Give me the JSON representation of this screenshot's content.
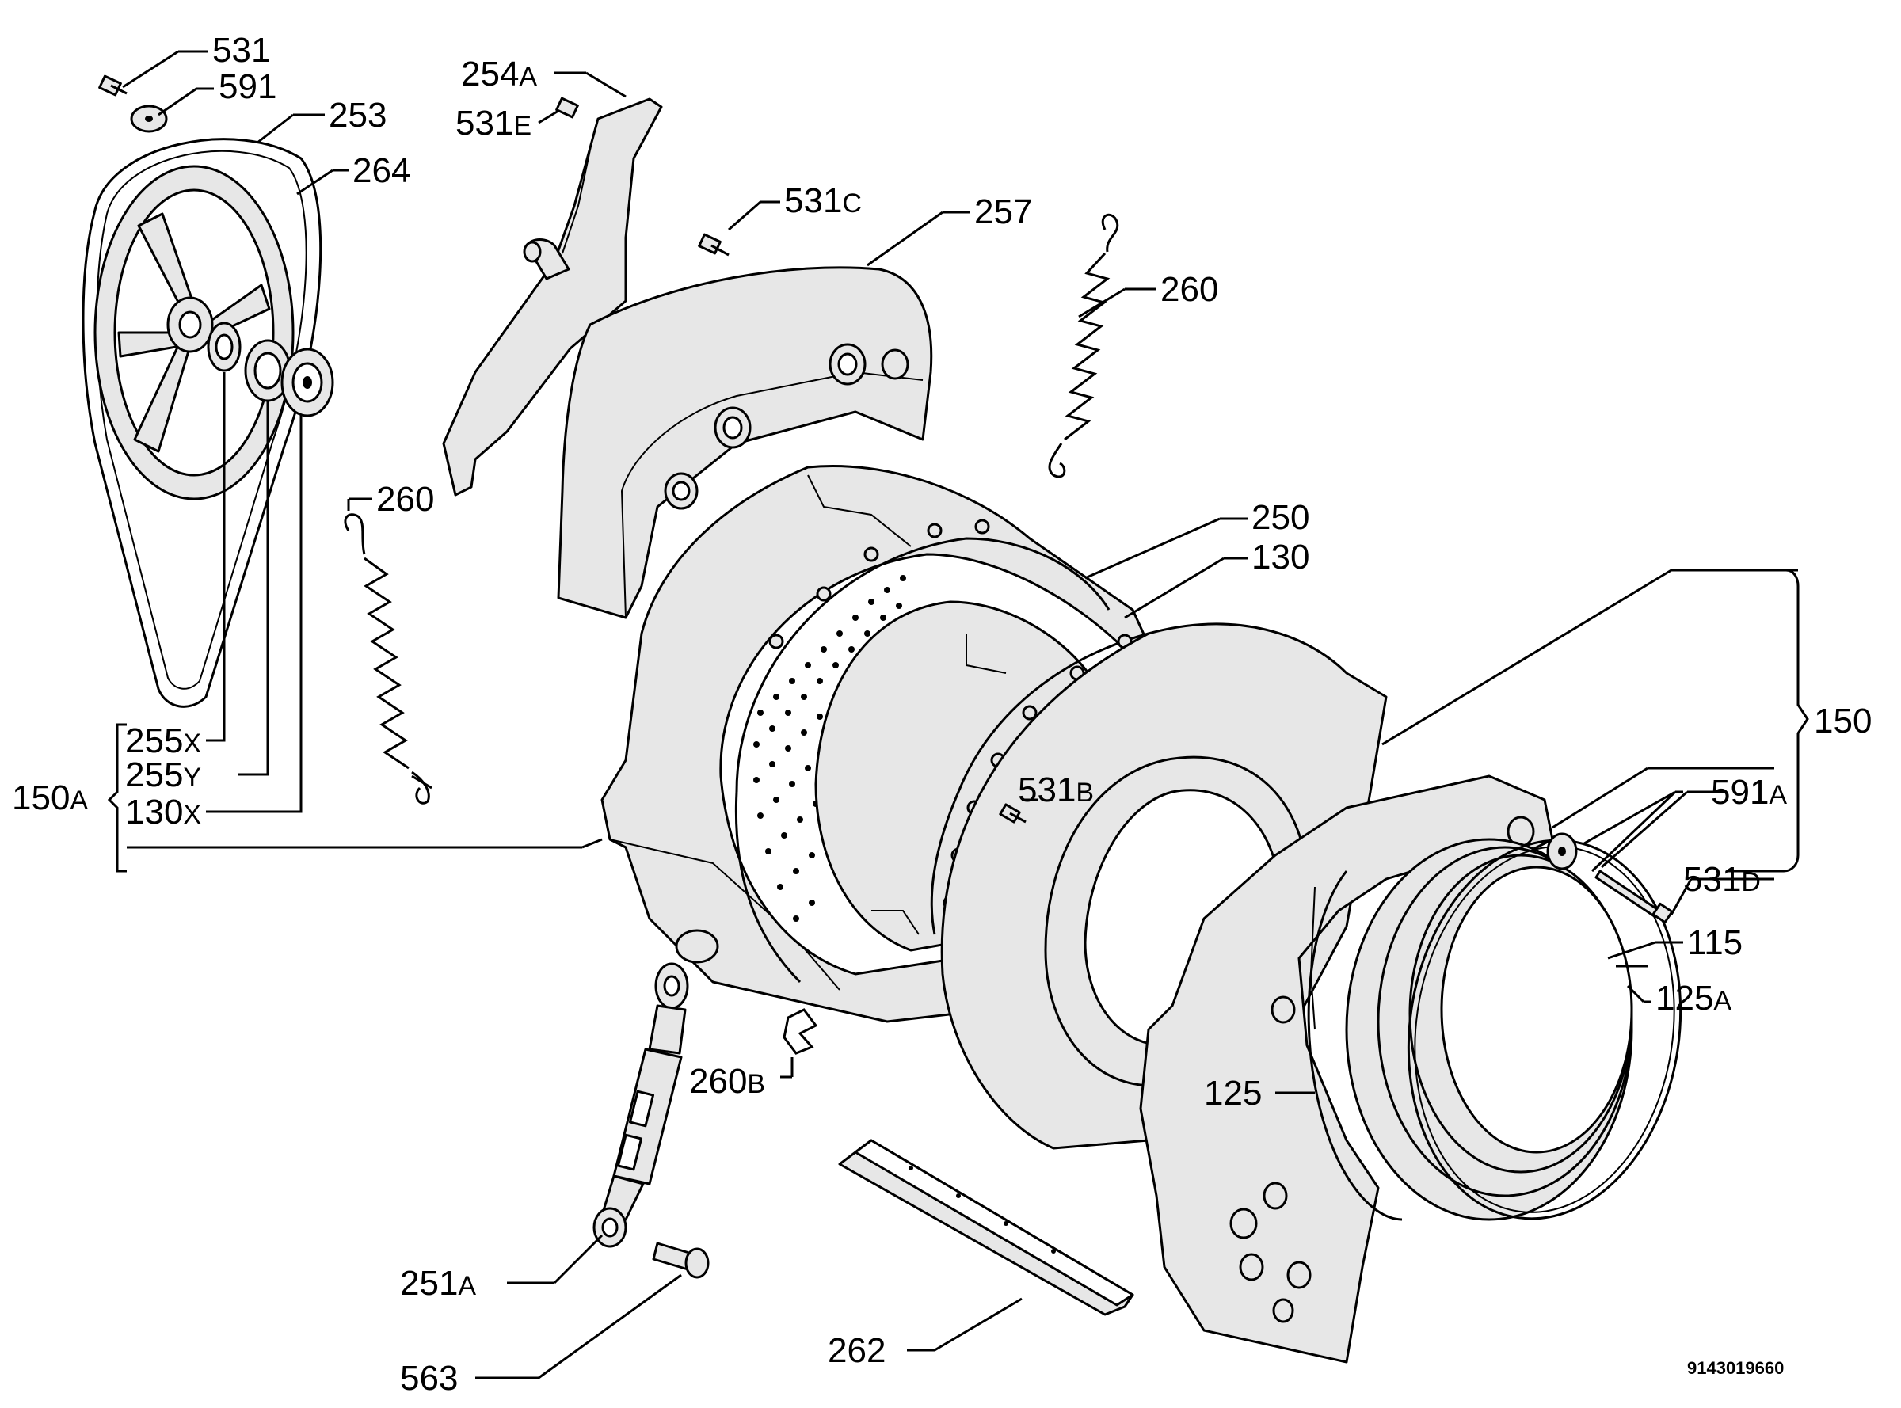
{
  "diagram": {
    "labels": {
      "l531": {
        "num": "531",
        "suf": ""
      },
      "l591": {
        "num": "591",
        "suf": ""
      },
      "l253": {
        "num": "253",
        "suf": ""
      },
      "l264": {
        "num": "264",
        "suf": ""
      },
      "l254A": {
        "num": "254",
        "suf": "A"
      },
      "l531E": {
        "num": "531",
        "suf": "E"
      },
      "l531C": {
        "num": "531",
        "suf": "C"
      },
      "l257": {
        "num": "257",
        "suf": ""
      },
      "l260a": {
        "num": "260",
        "suf": ""
      },
      "l260b": {
        "num": "260",
        "suf": ""
      },
      "l250": {
        "num": "250",
        "suf": ""
      },
      "l130": {
        "num": "130",
        "suf": ""
      },
      "l150": {
        "num": "150",
        "suf": ""
      },
      "l255X": {
        "num": "255",
        "suf": "X"
      },
      "l255Y": {
        "num": "255",
        "suf": "Y"
      },
      "l130X": {
        "num": "130",
        "suf": "X"
      },
      "l150A": {
        "num": "150",
        "suf": "A"
      },
      "l531B": {
        "num": "531",
        "suf": "B"
      },
      "l591A": {
        "num": "591",
        "suf": "A"
      },
      "l531D": {
        "num": "531",
        "suf": "D"
      },
      "l115": {
        "num": "115",
        "suf": ""
      },
      "l125A": {
        "num": "125",
        "suf": "A"
      },
      "l125": {
        "num": "125",
        "suf": ""
      },
      "l260B": {
        "num": "260",
        "suf": "B"
      },
      "l251A": {
        "num": "251",
        "suf": "A"
      },
      "l563": {
        "num": "563",
        "suf": ""
      },
      "l262": {
        "num": "262",
        "suf": ""
      }
    },
    "drawing_code": "9143019660"
  }
}
